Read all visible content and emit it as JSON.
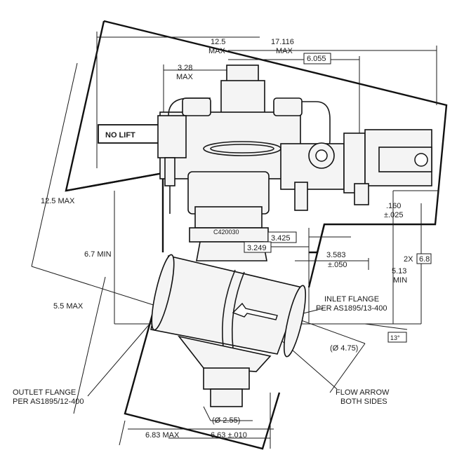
{
  "dimensions": {
    "top_width": "12.5",
    "top_width_unit": "MAX",
    "overall_width": "17.116",
    "overall_width_unit": "MAX",
    "box_6055": "6.055",
    "top_stub": "3.28",
    "top_stub_unit": "MAX",
    "left_height": "12.5 MAX",
    "min_67": "6.7 MIN",
    "max_55": "5.5 MAX",
    "box_3425": "3.425",
    "box_3249": "3.249",
    "dim_3583": "3.583",
    "tol_050": "±.050",
    "dim_160": ".160",
    "tol_025": "±.025",
    "dim_513": "5.13",
    "min_label": "MIN",
    "two_x": "2X",
    "box_68": "6.8",
    "angle_13": "13°",
    "dia_475": "(Ø 4.75)",
    "dia_255": "(Ø 2.55)",
    "bottom_max": "6.83 MAX",
    "bottom_width": "6.63 ±.010"
  },
  "labels": {
    "no_lift": "NO LIFT",
    "part_number": "C420030",
    "inlet_line1": "INLET FLANGE",
    "inlet_line2": "PER AS1895/13-400",
    "outlet_line1": "OUTLET FLANGE",
    "outlet_line2": "PER AS1895/12-400",
    "flow_line1": "FLOW ARROW",
    "flow_line2": "BOTH SIDES"
  }
}
